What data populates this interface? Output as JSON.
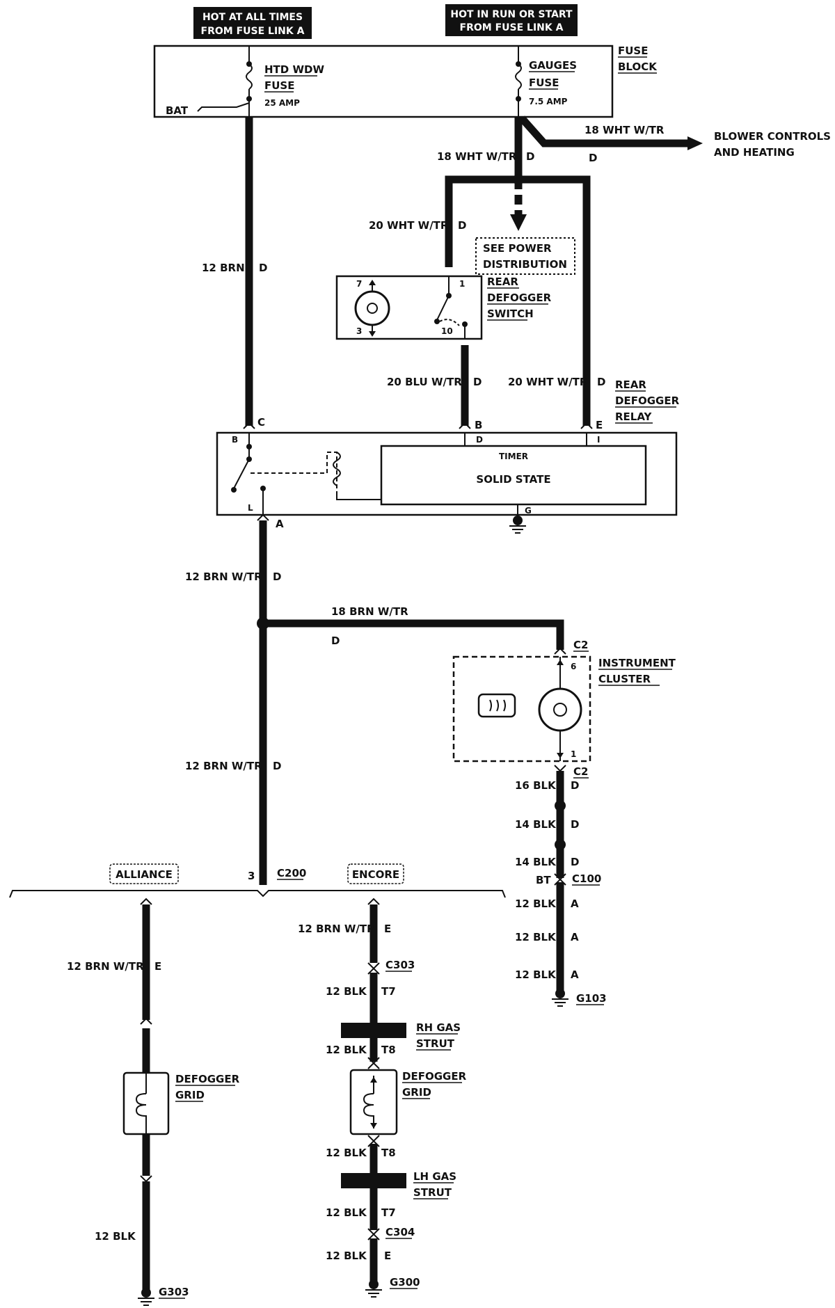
{
  "headers": {
    "hot_all_times_1": "HOT AT ALL TIMES",
    "hot_all_times_2": "FROM FUSE LINK A",
    "hot_run_start_1": "HOT IN RUN OR START",
    "hot_run_start_2": "FROM FUSE LINK A"
  },
  "fuse_block": {
    "label_1": "FUSE",
    "label_2": "BLOCK",
    "htd_1": "HTD WDW",
    "htd_2": "FUSE",
    "htd_amp": "25 AMP",
    "gauges_1": "GAUGES",
    "gauges_2": "FUSE",
    "gauges_amp": "7.5 AMP",
    "bat": "BAT"
  },
  "blower": {
    "wire": "18 WHT W/TR",
    "line_1": "BLOWER CONTROLS",
    "line_2": "AND HEATING"
  },
  "wires": {
    "w18_wht": "18 WHT W/TR",
    "w20_wht_top": "20 WHT W/TR",
    "w12_brn": "12 BRN",
    "w20_blu": "20 BLU W/TR",
    "w20_wht_right": "20 WHT W/TR",
    "w12_brn_wtr_a": "12 BRN W/TR",
    "w18_brn_wtr": "18 BRN W/TR",
    "w12_brn_wtr_b": "12 BRN W/TR",
    "w16_blk": "16 BLK",
    "w14_blk_a": "14 BLK",
    "w14_blk_b": "14 BLK",
    "w12_blk_a": "12 BLK",
    "w12_blk_b": "12 BLK",
    "w12_blk_c": "12 BLK",
    "w12_brn_wtr_e": "12 BRN W/TR",
    "w12_brn_wtr_alliance": "12 BRN W/TR",
    "w12_blk_alliance": "12 BLK",
    "w12_blk_t7": "12 BLK",
    "w12_blk_t8a": "12 BLK",
    "w12_blk_t8b": "12 BLK",
    "w12_blk_t7b": "12 BLK",
    "w12_blk_e": "12 BLK"
  },
  "codes": {
    "d": "D",
    "e": "E",
    "a": "A",
    "t7": "T7",
    "t8": "T8"
  },
  "see_power": {
    "line_1": "SEE POWER",
    "line_2": "DISTRIBUTION"
  },
  "switch": {
    "line_1": "REAR",
    "line_2": "DEFOGGER",
    "line_3": "SWITCH",
    "pin7": "7",
    "pin3": "3",
    "pin1": "1",
    "pin10": "10"
  },
  "relay": {
    "line_1": "REAR",
    "line_2": "DEFOGGER",
    "line_3": "RELAY",
    "timer": "TIMER",
    "solid_state": "SOLID STATE",
    "pin_c": "C",
    "pin_b_top": "B",
    "pin_e": "E",
    "pin_b_in": "B",
    "pin_d_in": "D",
    "pin_i": "I",
    "pin_l": "L",
    "pin_g": "G",
    "pin_a": "A"
  },
  "cluster": {
    "line_1": "INSTRUMENT",
    "line_2": "CLUSTER",
    "c2_top": "C2",
    "pin6": "6",
    "pin1": "1",
    "c2_bottom": "C2"
  },
  "connectors": {
    "c200": "C200",
    "c200_pin": "3",
    "c100": "C100",
    "c100_pin": "BT",
    "c303": "C303",
    "c304": "C304"
  },
  "grounds": {
    "g103": "G103",
    "g303": "G303",
    "g300": "G300"
  },
  "variants": {
    "alliance": "ALLIANCE",
    "encore": "ENCORE"
  },
  "struts": {
    "rh_1": "RH GAS",
    "rh_2": "STRUT",
    "lh_1": "LH GAS",
    "lh_2": "STRUT"
  },
  "grids": {
    "alliance_1": "DEFOGGER",
    "alliance_2": "GRID",
    "encore_1": "DEFOGGER",
    "encore_2": "GRID"
  }
}
